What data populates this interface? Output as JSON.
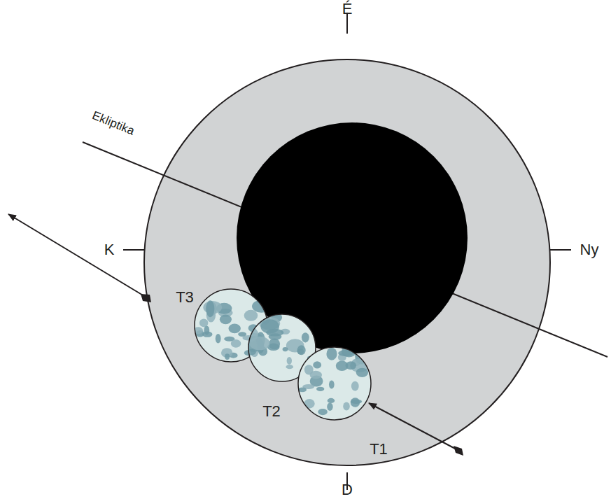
{
  "diagram": {
    "labels": [
      "É",
      "K",
      "Ny",
      "D",
      "Ekliptika",
      "T3",
      "T2",
      "T1"
    ]
  }
}
